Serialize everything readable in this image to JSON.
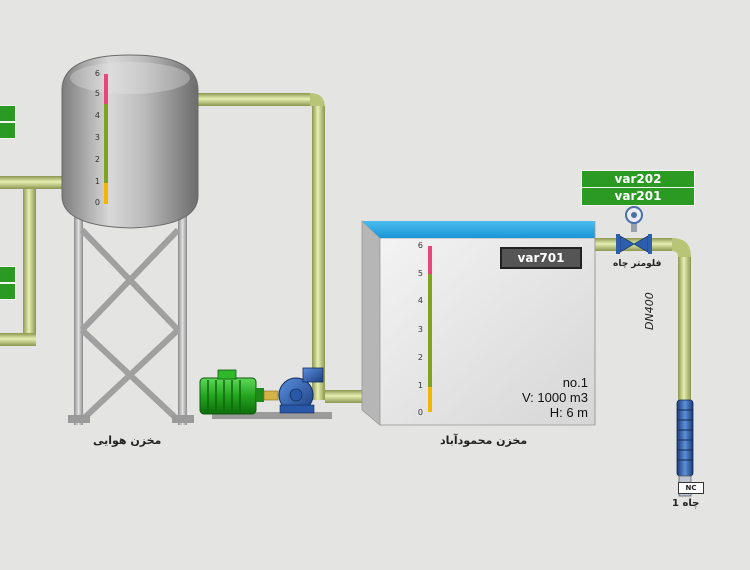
{
  "air_tank": {
    "label": "مخزن هوایی",
    "levels": [
      "6",
      "5",
      "4",
      "3",
      "2",
      "1",
      "0"
    ]
  },
  "ground_tank": {
    "label": "مخزن محمودآباد",
    "tag": "var701",
    "levels": [
      "6",
      "5",
      "4",
      "3",
      "2",
      "1",
      "0"
    ],
    "info_no": "no.1",
    "info_volume": "V: 1000 m3",
    "info_height": "H: 6 m"
  },
  "flowmeter": {
    "label": "فلومتر چاه",
    "tags": [
      "var202",
      "var201"
    ]
  },
  "pipe": {
    "size_label": "DN400"
  },
  "well": {
    "label": "چاه 1",
    "state": "NC"
  },
  "colors": {
    "background": "#e4e4e2",
    "pipe": "#c6d384",
    "tag_green": "#2a9a23",
    "tag_dark": "#555555",
    "motor": "#23a51f",
    "pump": "#2d5fae",
    "level_pink": "#e8457a",
    "level_green": "#7fa321",
    "level_yellow": "#f2b705",
    "water": "#2fa9e3"
  }
}
